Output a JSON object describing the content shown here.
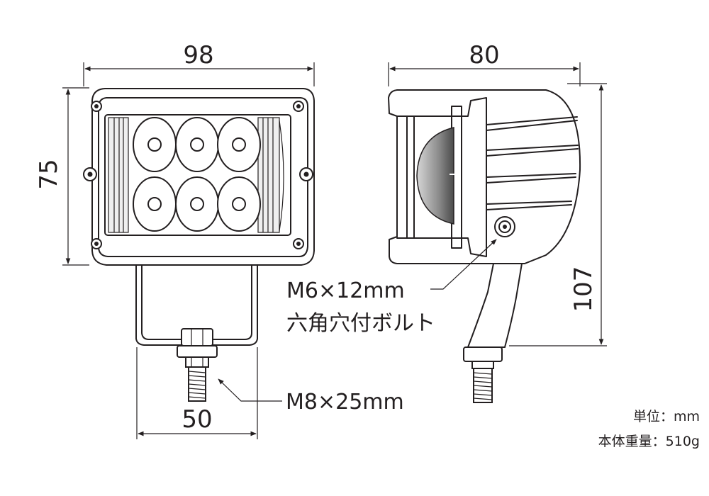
{
  "dimensions": {
    "front_width": "98",
    "side_depth": "80",
    "front_height": "75",
    "total_height": "107",
    "bracket_width": "50"
  },
  "callouts": {
    "side_bolt_line1": "M6×12mm",
    "side_bolt_line2": "六角穴付ボルト",
    "mount_bolt": "M8×25mm"
  },
  "notes": {
    "unit": "単位：mm",
    "weight": "本体重量：510g"
  },
  "colors": {
    "line": "#231f20",
    "background": "#ffffff"
  }
}
